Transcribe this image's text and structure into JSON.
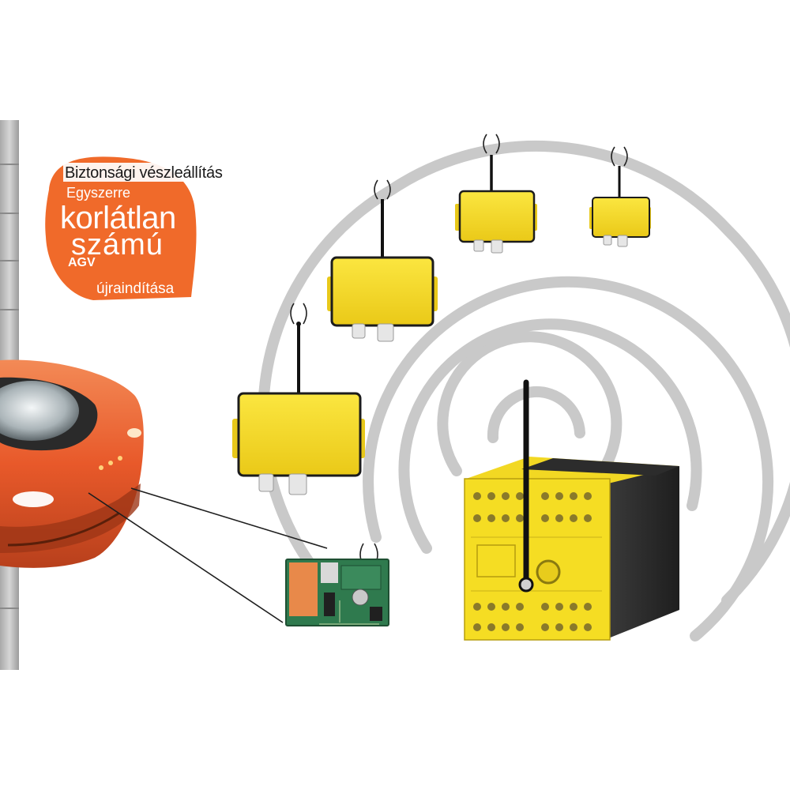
{
  "callout": {
    "headline": "Biztonsági vészleállítás",
    "line1": "Egyszerre",
    "line2": "korlátlan",
    "line3": "számú",
    "line4": "AGV",
    "line5": "újraindítása"
  },
  "colors": {
    "callout_bg": "#f06a2a",
    "device_yellow": "#f5dd23",
    "device_edge": "#1c1c1c",
    "signal_ring": "#c9c9c9",
    "vehicle_orange": "#e85a24",
    "pcb_green": "#2f7a4e"
  },
  "icons": [
    "radio-wave-icon",
    "antenna-icon"
  ]
}
